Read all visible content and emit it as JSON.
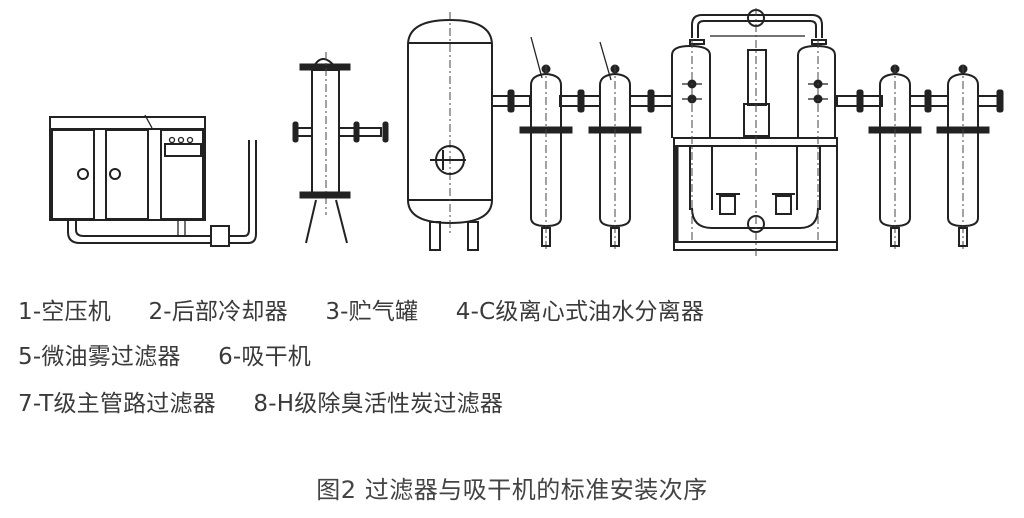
{
  "diagram": {
    "components": [
      {
        "id": 1,
        "name": "空压机"
      },
      {
        "id": 2,
        "name": "后部冷却器"
      },
      {
        "id": 3,
        "name": "贮气罐"
      },
      {
        "id": 4,
        "name": "C级离心式油水分离器"
      },
      {
        "id": 5,
        "name": "微油雾过滤器"
      },
      {
        "id": 6,
        "name": "吸干机"
      },
      {
        "id": 7,
        "name": "T级主管路过滤器"
      },
      {
        "id": 8,
        "name": "H级除臭活性炭过滤器"
      }
    ]
  },
  "legend": {
    "row1": [
      "1-空压机",
      "2-后部冷却器",
      "3-贮气罐",
      "4-C级离心式油水分离器"
    ],
    "row2": [
      "5-微油雾过滤器",
      "6-吸干机"
    ],
    "row3": [
      "7-T级主管路过滤器",
      "8-H级除臭活性炭过滤器"
    ]
  },
  "caption": "图2  过滤器与吸干机的标准安装次序"
}
